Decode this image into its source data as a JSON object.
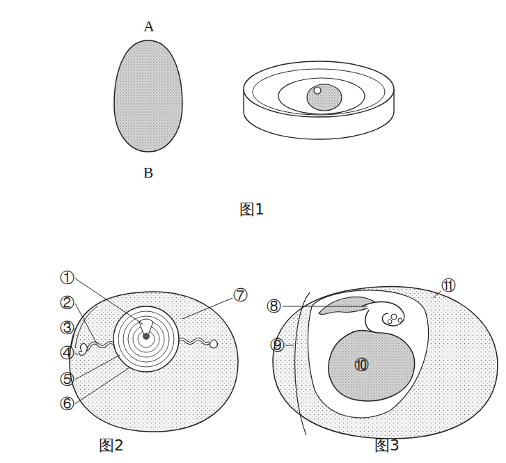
{
  "diagram": {
    "labels": [
      "A",
      "B",
      "图1",
      "①",
      "②",
      "③",
      "④",
      "⑤",
      "⑥",
      "⑦",
      "图2",
      "⑧",
      "⑨",
      "⑩",
      "⑪",
      "图3"
    ]
  }
}
